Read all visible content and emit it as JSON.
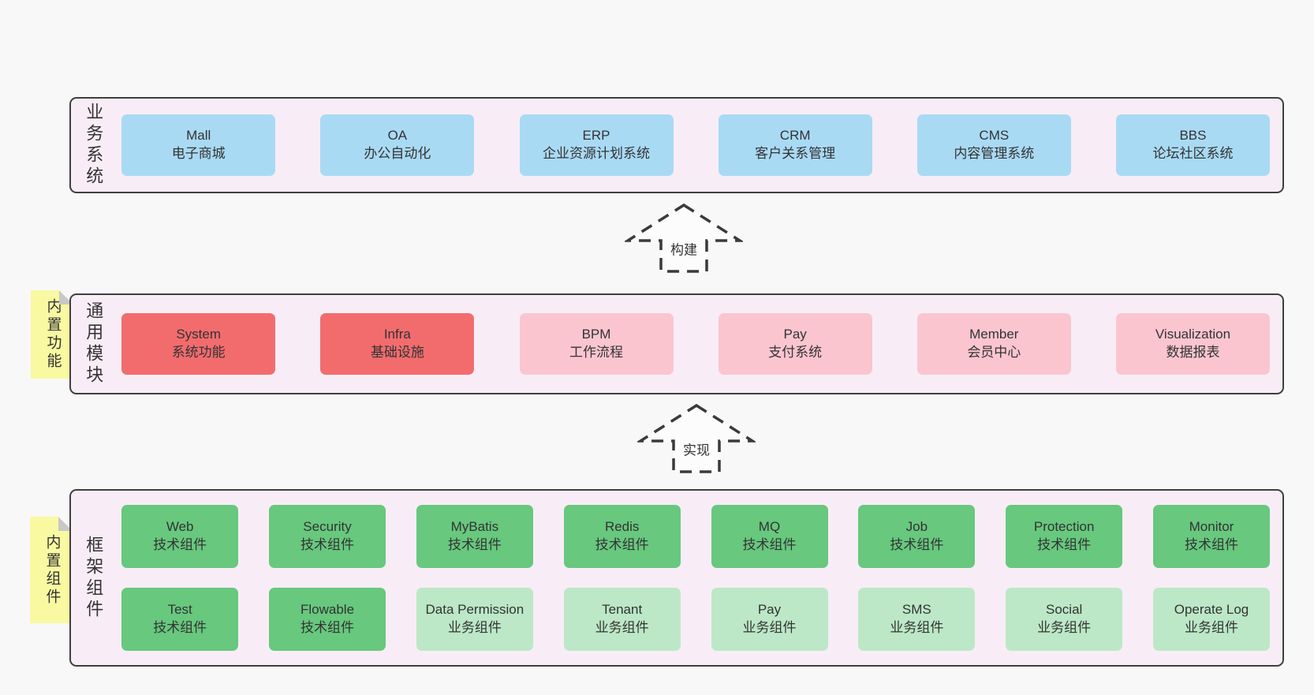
{
  "business": {
    "label": "业务系统",
    "items": [
      {
        "name": "Mall",
        "desc": "电子商城",
        "variant": "blue"
      },
      {
        "name": "OA",
        "desc": "办公自动化",
        "variant": "blue"
      },
      {
        "name": "ERP",
        "desc": "企业资源计划系统",
        "variant": "blue"
      },
      {
        "name": "CRM",
        "desc": "客户关系管理",
        "variant": "blue"
      },
      {
        "name": "CMS",
        "desc": "内容管理系统",
        "variant": "blue"
      },
      {
        "name": "BBS",
        "desc": "论坛社区系统",
        "variant": "blue"
      }
    ]
  },
  "build_arrow": {
    "label": "构建"
  },
  "modules": {
    "label": "通用模块",
    "sticky": "内置功能",
    "items": [
      {
        "name": "System",
        "desc": "系统功能",
        "variant": "red"
      },
      {
        "name": "Infra",
        "desc": "基础设施",
        "variant": "red"
      },
      {
        "name": "BPM",
        "desc": "工作流程",
        "variant": "pink"
      },
      {
        "name": "Pay",
        "desc": "支付系统",
        "variant": "pink"
      },
      {
        "name": "Member",
        "desc": "会员中心",
        "variant": "pink"
      },
      {
        "name": "Visualization",
        "desc": "数据报表",
        "variant": "pink"
      }
    ]
  },
  "implement_arrow": {
    "label": "实现"
  },
  "components": {
    "label": "框架组件",
    "sticky": "内置组件",
    "row1": [
      {
        "name": "Web",
        "desc": "技术组件",
        "variant": "green"
      },
      {
        "name": "Security",
        "desc": "技术组件",
        "variant": "green"
      },
      {
        "name": "MyBatis",
        "desc": "技术组件",
        "variant": "green"
      },
      {
        "name": "Redis",
        "desc": "技术组件",
        "variant": "green"
      },
      {
        "name": "MQ",
        "desc": "技术组件",
        "variant": "green"
      },
      {
        "name": "Job",
        "desc": "技术组件",
        "variant": "green"
      },
      {
        "name": "Protection",
        "desc": "技术组件",
        "variant": "green"
      },
      {
        "name": "Monitor",
        "desc": "技术组件",
        "variant": "green"
      }
    ],
    "row2": [
      {
        "name": "Test",
        "desc": "技术组件",
        "variant": "green"
      },
      {
        "name": "Flowable",
        "desc": "技术组件",
        "variant": "green"
      },
      {
        "name": "Data Permission",
        "desc": "业务组件",
        "variant": "lightgreen"
      },
      {
        "name": "Tenant",
        "desc": "业务组件",
        "variant": "lightgreen"
      },
      {
        "name": "Pay",
        "desc": "业务组件",
        "variant": "lightgreen"
      },
      {
        "name": "SMS",
        "desc": "业务组件",
        "variant": "lightgreen"
      },
      {
        "name": "Social",
        "desc": "业务组件",
        "variant": "lightgreen"
      },
      {
        "name": "Operate Log",
        "desc": "业务组件",
        "variant": "lightgreen"
      }
    ]
  },
  "colors": {
    "page_bg": "#f8f8f8",
    "section_bg": "#f8edf6",
    "section_border": "#3f3f3f",
    "blue_box": "#a9daf4",
    "red_box": "#f26c6e",
    "pink_box": "#fbc5cf",
    "green_box": "#67c87e",
    "light_green_box": "#bce8c7",
    "sticky_note": "#f9f9a2",
    "sticky_fold": "#c8c8c8",
    "text": "#333333"
  }
}
